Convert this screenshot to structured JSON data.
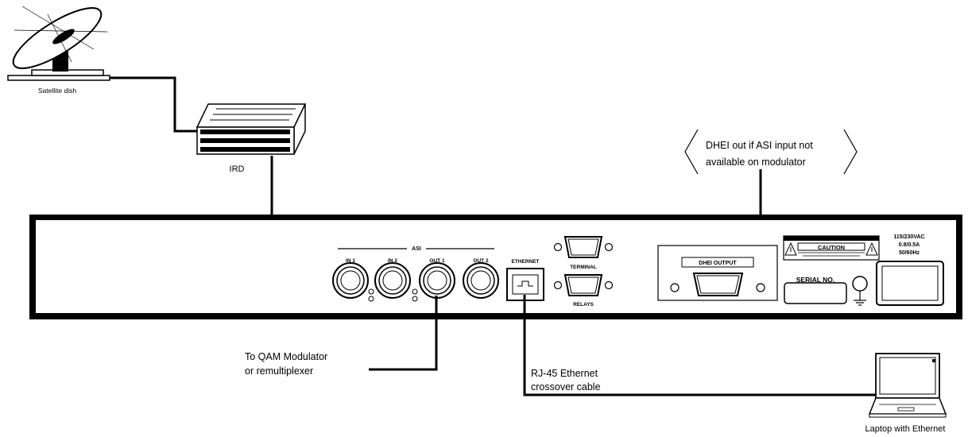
{
  "labels": {
    "satellite_dish": "Satellite dish",
    "ird": "IRD",
    "dhei_note_line1": "DHEI out if ASI input not",
    "dhei_note_line2": "available on modulator",
    "asi_group": "ASI",
    "in1": "IN 1",
    "in2": "IN 2",
    "out1": "OUT 1",
    "out2": "OUT 2",
    "ethernet": "ETHERNET",
    "terminal": "TERMINAL",
    "relays": "RELAYS",
    "dhei_output": "DHEI OUTPUT",
    "serial_no": "SERIAL NO.",
    "caution": "CAUTION",
    "power_line1": "115/230VAC",
    "power_line2": "0.8/0.5A",
    "power_line3": "50/60Hz",
    "qam_line1": "To QAM Modulator",
    "qam_line2": "or remultiplexer",
    "rj45_line1": "RJ-45 Ethernet",
    "rj45_line2": "crossover cable",
    "laptop": "Laptop with Ethernet"
  },
  "icons": [
    "satellite-dish-icon",
    "ird-box-icon",
    "bnc-connector-icon",
    "rj45-port-icon",
    "db9-connector-icon",
    "ground-icon",
    "power-inlet-icon",
    "laptop-icon",
    "warning-icon"
  ]
}
